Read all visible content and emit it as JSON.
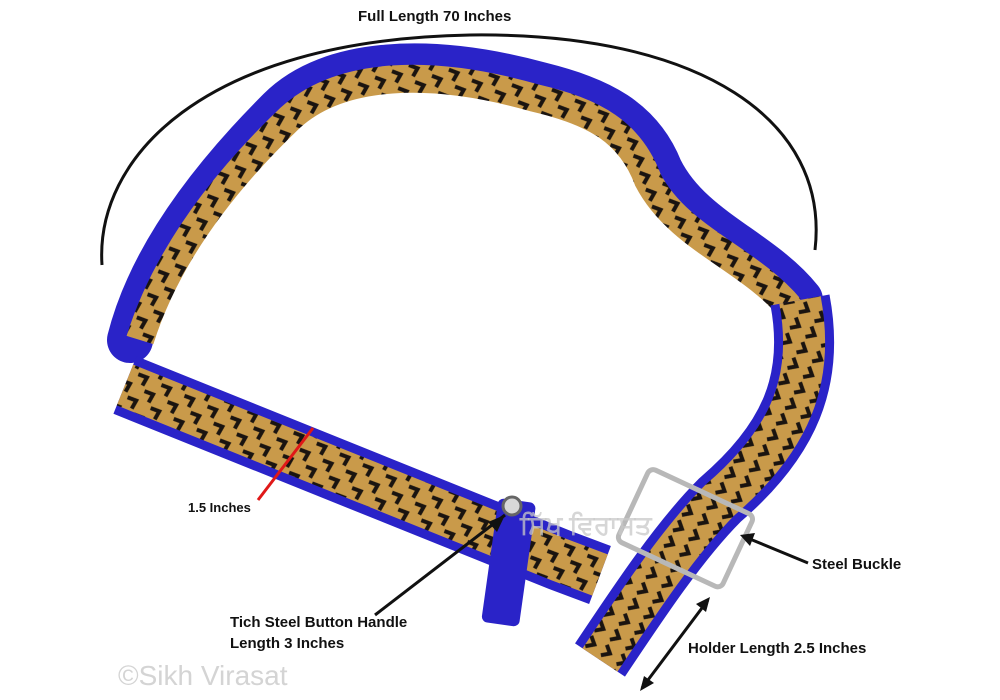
{
  "annotations": {
    "full_length": "Full Length 70 Inches",
    "width": "1.5 Inches",
    "button_line1": "Tich Steel Button Handle",
    "button_line2": "Length 3 Inches",
    "buckle": "Steel Buckle",
    "holder": "Holder Length 2.5 Inches"
  },
  "watermark": {
    "brand": "©Sikh Virasat",
    "center": "ਸਿੱਖ ਵਿਰਾਸਤ"
  },
  "colors": {
    "belt_edge": "#2a23c8",
    "belt_gold": "#c99a4a",
    "chevron": "#1a1410",
    "width_marker": "#e01818"
  }
}
